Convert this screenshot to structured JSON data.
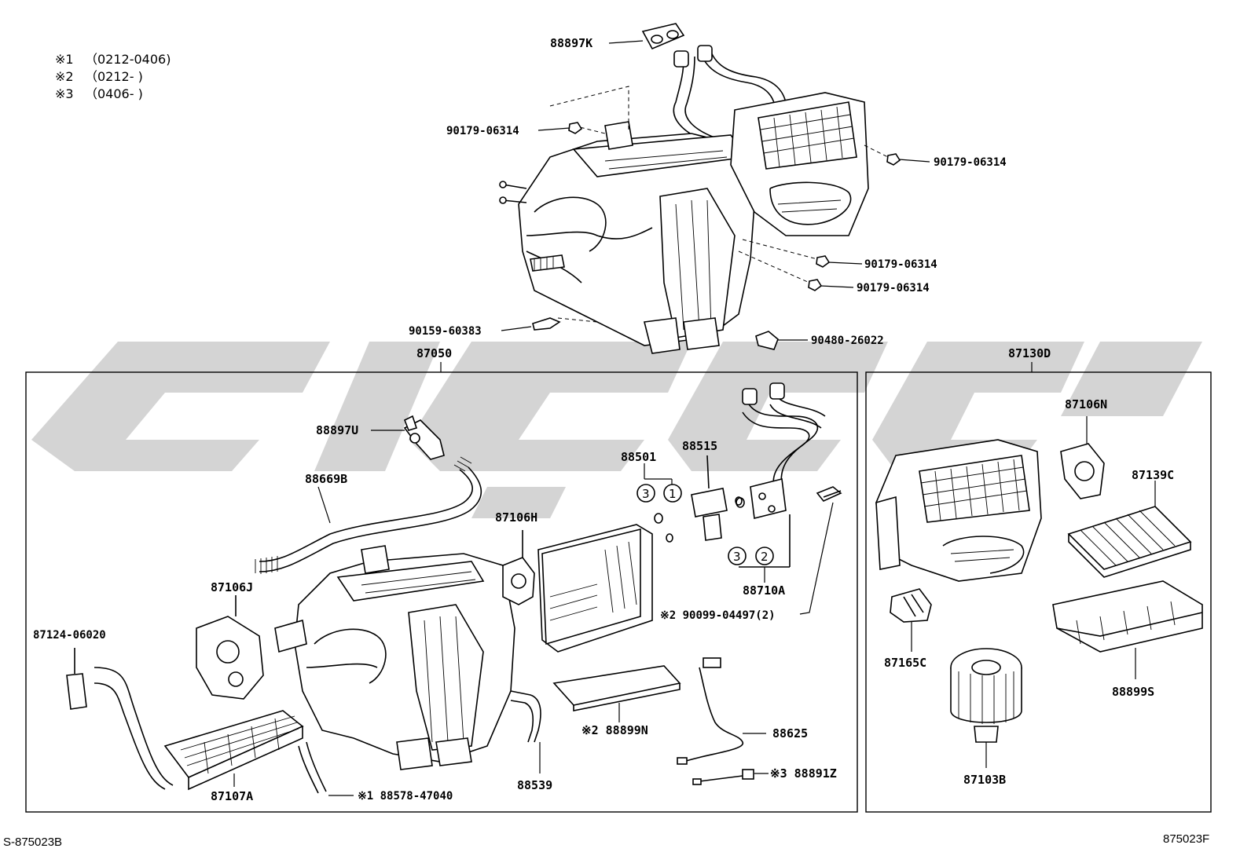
{
  "notes": [
    {
      "mark": "※1",
      "text": "（0212-0406)"
    },
    {
      "mark": "※2",
      "text": "（0212-        )"
    },
    {
      "mark": "※3",
      "text": "（0406-        )"
    }
  ],
  "labels": {
    "p88897K": "88897K",
    "p90179_a": "90179-06314",
    "p90179_b": "90179-06314",
    "p90179_c": "90179-06314",
    "p90179_d": "90179-06314",
    "p90159": "90159-60383",
    "p90480": "90480-26022",
    "p87050": "87050",
    "p87130D": "87130D",
    "p88897U": "88897U",
    "p88669B": "88669B",
    "p88501": "88501",
    "p88515": "88515",
    "p87106H": "87106H",
    "p87106J": "87106J",
    "p87124": "87124-06020",
    "p87107A": "87107A",
    "p88578": "※1 88578-47040",
    "p88539": "88539",
    "p88899N": "※2 88899N",
    "p88625": "88625",
    "p88891Z": "※3 88891Z",
    "p88710A": "88710A",
    "p90099": "※2 90099-04497(2)",
    "p87106N": "87106N",
    "p87139C": "87139C",
    "p87165C": "87165C",
    "p88899S": "88899S",
    "p87103B": "87103B"
  },
  "callouts": {
    "c3a": "3",
    "c1": "1",
    "c3b": "3",
    "c2": "2"
  },
  "footer": {
    "left": "S-875023B",
    "right": "875023F"
  }
}
